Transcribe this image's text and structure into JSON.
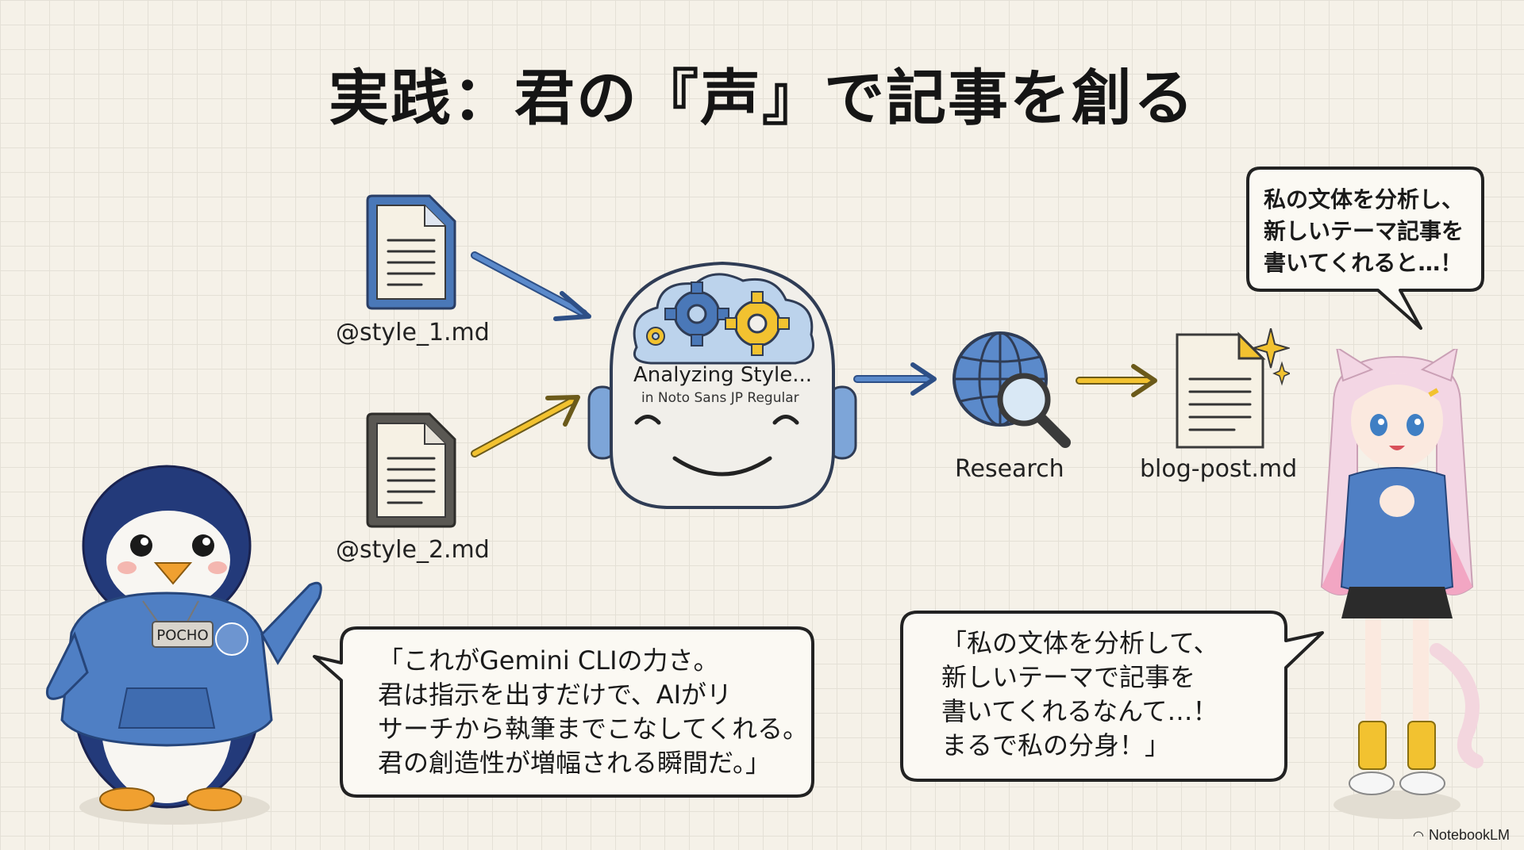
{
  "title": "実践：君の『声』で記事を創る",
  "files": {
    "style1": "@style_1.md",
    "style2": "@style_2.md",
    "output": "blog-post.md"
  },
  "brain": {
    "label": "Analyzing Style...",
    "sublabel": "in Noto Sans JP Regular"
  },
  "research": {
    "label": "Research"
  },
  "penguin": {
    "name_tag": "POCHO"
  },
  "bubbles": {
    "girl_top": [
      "私の文体を分析し、",
      "新しいテーマ記事を",
      "書いてくれると…！"
    ],
    "penguin": [
      "「これがGemini CLIの力さ。",
      "君は指示を出すだけで、AIがリ",
      "サーチから執筆までこなしてくれる。",
      "君の創造性が増幅される瞬間だ。」"
    ],
    "girl": [
      "「私の文体を分析して、",
      "新しいテーマで記事を",
      "書いてくれるなんて…！",
      "まるで私の分身！」"
    ]
  },
  "brand": {
    "name": "NotebookLM"
  },
  "colors": {
    "blue": "#4a78b8",
    "yellow": "#f2c230",
    "hoodie": "#4f7fc4",
    "navy": "#233a7a"
  }
}
